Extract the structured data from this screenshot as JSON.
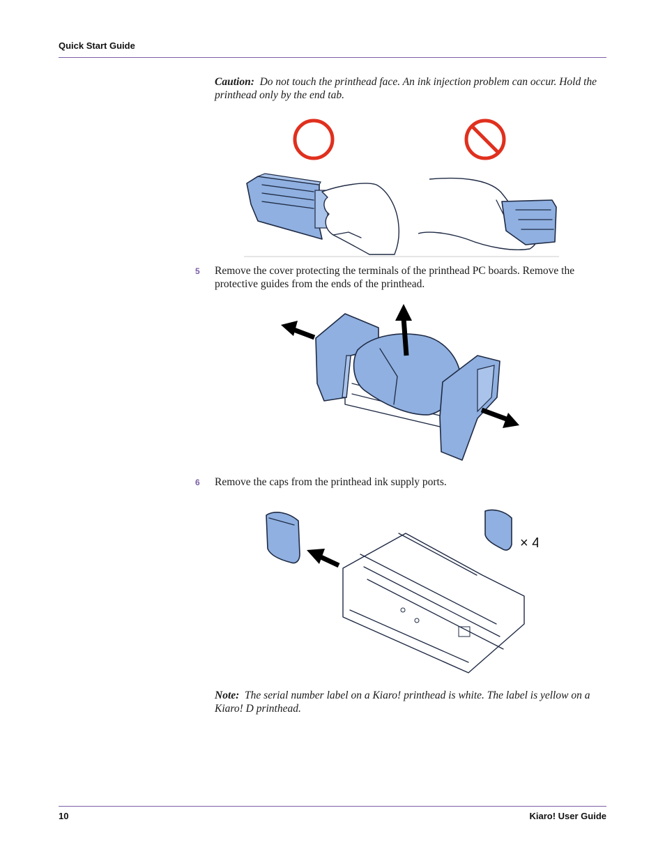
{
  "header": {
    "title": "Quick Start Guide"
  },
  "caution": {
    "label": "Caution:",
    "text": "Do not touch the printhead face. An ink injection problem can occur. Hold the printhead only by the end tab."
  },
  "steps": [
    {
      "number": "5",
      "text": "Remove the cover protecting the terminals of the printhead PC boards. Remove the protective guides from the ends of the printhead."
    },
    {
      "number": "6",
      "text": "Remove the caps from the printhead ink supply ports."
    }
  ],
  "figure3": {
    "count_label": "× 4"
  },
  "note": {
    "label": "Note:",
    "text": "The serial number label on a Kiaro! printhead is white. The label is yellow on a Kiaro! D printhead."
  },
  "footer": {
    "page_number": "10",
    "doc_title": "Kiaro! User Guide"
  },
  "colors": {
    "accent": "#7b5ea7",
    "warning": "#e0301e",
    "part_blue": "#8fb0e0"
  }
}
